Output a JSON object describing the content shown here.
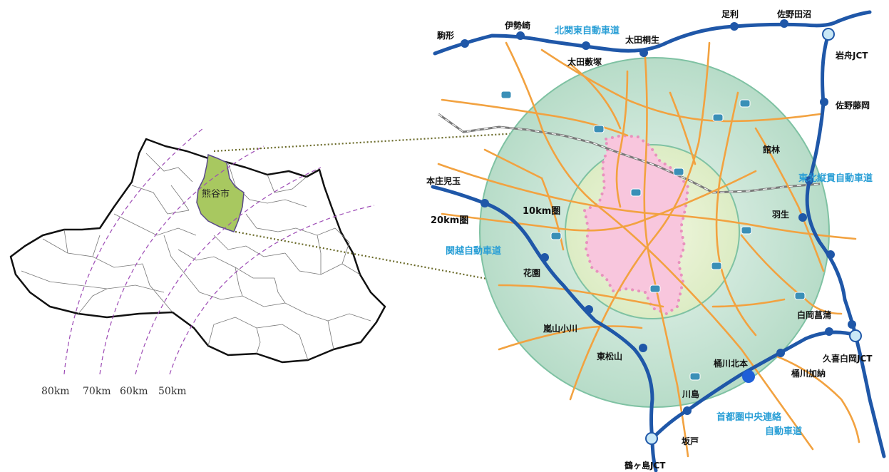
{
  "left_map": {
    "city_label": "熊谷市",
    "distance_labels": [
      "80km",
      "70km",
      "60km",
      "50km"
    ]
  },
  "right_map": {
    "rings": {
      "inner": "10km圏",
      "outer": "20km圏"
    },
    "expressways": {
      "kita_kanto": "北関東自動車道",
      "tohoku": "東北縦貫自動車道",
      "kanetsu": "関越自動車道",
      "ken_o_line1": "首都圏中央連絡",
      "ken_o_line2": "自動車道"
    },
    "interchanges": {
      "komagata": "駒形",
      "isesaki": "伊勢崎",
      "ota_kiryu": "太田桐生",
      "ota_yabuzuka": "太田藪塚",
      "ashikaga": "足利",
      "sano_tanuma": "佐野田沼",
      "iwafune_jct": "岩舟JCT",
      "sano_fujioka": "佐野藤岡",
      "tatebayashi": "館林",
      "honjo_kodama": "本庄児玉",
      "hanyu": "羽生",
      "hanazono": "花園",
      "ranzan_ogawa": "嵐山小川",
      "higashi_matsuyama": "東松山",
      "shiraoka_shobu": "白岡菖蒲",
      "kuki_shiraoka_jct": "久喜白岡JCT",
      "okegawa_kitamoto": "桶川北本",
      "okegawa_kano": "桶川加納",
      "kawajima": "川島",
      "sakado": "坂戸",
      "tsurugashima_jct": "鶴ヶ島JCT"
    }
  },
  "colors": {
    "expressway": "#1f57a8",
    "road": "#f2a240",
    "railway": "#7a7a7a",
    "outer_circle": "#b9dccb",
    "inner_circle": "#e3efc9",
    "city_fill": "#f8c6dd",
    "city_dots": "#e891bd",
    "highlight": "#a8c860",
    "label_blue": "#2a9fd6"
  }
}
